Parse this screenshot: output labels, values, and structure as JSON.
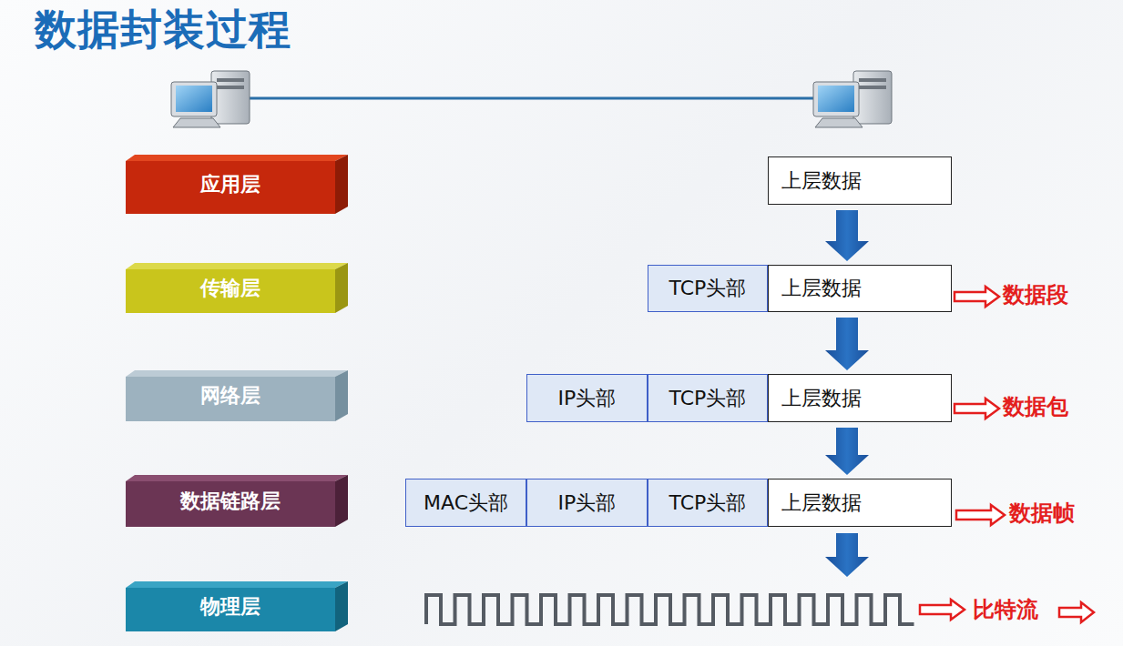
{
  "diagram": {
    "title": "数据封装过程",
    "nodes": [
      {
        "text": [
          "应用层"
        ]
      },
      {
        "text": [
          "传输层"
        ]
      },
      {
        "text": [
          "网络层"
        ]
      },
      {
        "text": [
          "数据链路层"
        ]
      },
      {
        "text": [
          "物理层"
        ]
      },
      {
        "text": [
          "上层数据"
        ]
      },
      {
        "text": [
          "TCP头部"
        ]
      },
      {
        "text": [
          "上层数据"
        ]
      },
      {
        "text": [
          "IP头部"
        ]
      },
      {
        "text": [
          "TCP头部"
        ]
      },
      {
        "text": [
          "上层数据"
        ]
      },
      {
        "text": [
          "MAC头部"
        ]
      },
      {
        "text": [
          "IP头部"
        ]
      },
      {
        "text": [
          "TCP头部"
        ]
      },
      {
        "text": [
          "上层数据"
        ]
      }
    ],
    "edges": [
      {
        "from": 5,
        "to": 7,
        "arrow": "to"
      },
      {
        "from": 7,
        "to": 10,
        "arrow": "to"
      },
      {
        "from": 10,
        "to": 14,
        "arrow": "to"
      }
    ],
    "labels": [
      "数据段",
      "数据包",
      "数据帧",
      "比特流"
    ]
  }
}
